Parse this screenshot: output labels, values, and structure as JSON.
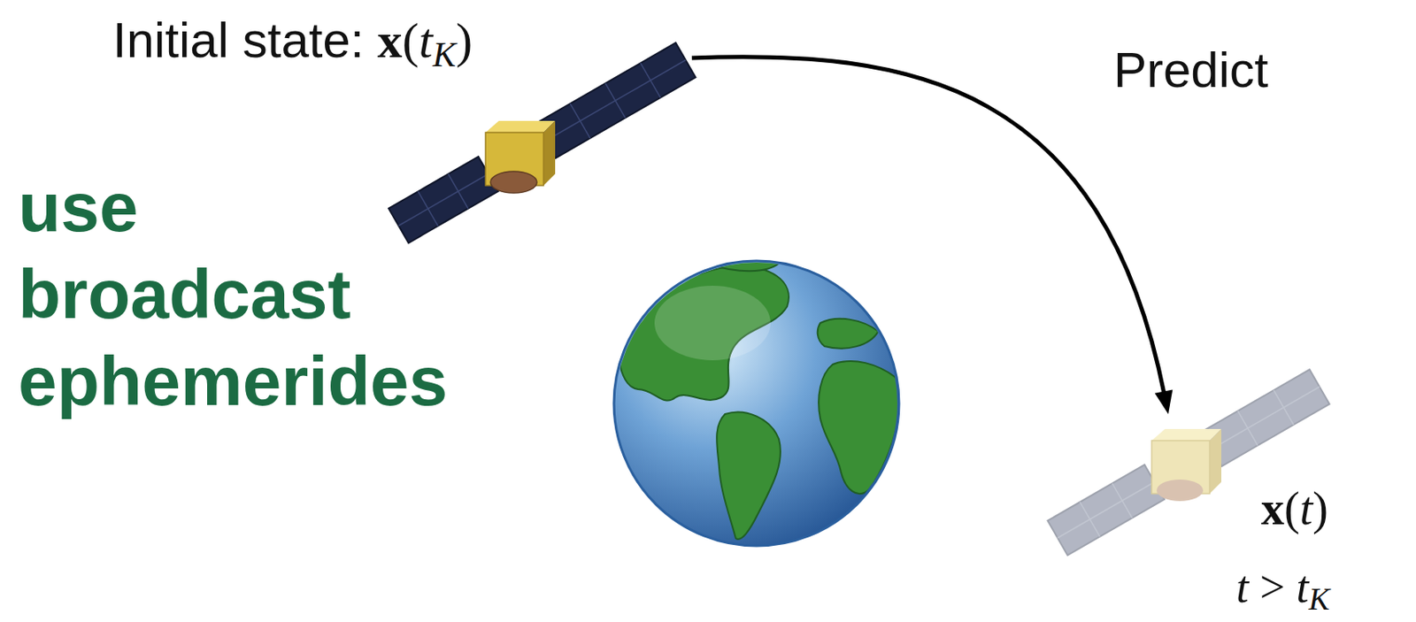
{
  "diagram": {
    "nodes": [
      {
        "text": [
          "Initial state:",
          "x(tK)"
        ]
      },
      {
        "text": [
          "x(t)",
          "t > tK"
        ]
      }
    ],
    "edges": [
      {
        "from": 0,
        "to": 1,
        "arrow": "to",
        "label": "Predict"
      }
    ],
    "labels": [
      "use broadcast ephemerides"
    ]
  }
}
